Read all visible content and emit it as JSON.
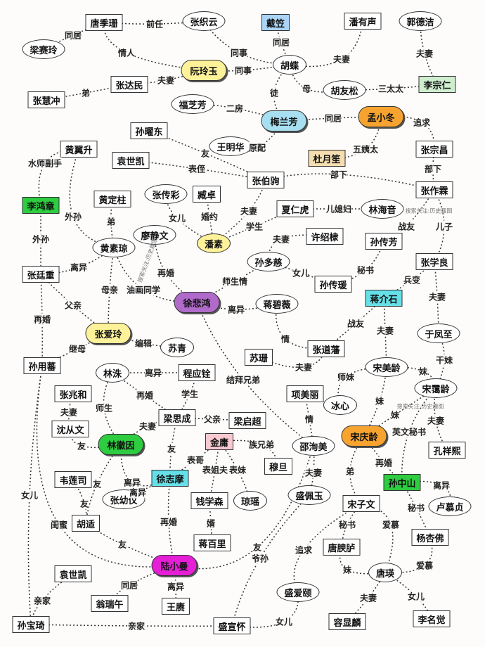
{
  "nodes": [
    {
      "id": "tangjishan",
      "label": "唐季珊",
      "shape": "box"
    },
    {
      "id": "zhangzhiyun",
      "label": "张织云",
      "shape": "oval"
    },
    {
      "id": "daili",
      "label": "戴笠",
      "shape": "box",
      "color": "#a9d4f5"
    },
    {
      "id": "panyousheng",
      "label": "潘有声",
      "shape": "box"
    },
    {
      "id": "guodejie",
      "label": "郭德洁",
      "shape": "oval"
    },
    {
      "id": "liangsailing",
      "label": "梁赛玲",
      "shape": "oval"
    },
    {
      "id": "ruanlingyu",
      "label": "阮玲玉",
      "shape": "cloud",
      "color": "#fdf29a"
    },
    {
      "id": "hudie",
      "label": "胡蝶",
      "shape": "oval"
    },
    {
      "id": "huyousong",
      "label": "胡友松",
      "shape": "oval"
    },
    {
      "id": "lizongren",
      "label": "李宗仁",
      "shape": "box",
      "color": "#cfeed0"
    },
    {
      "id": "zhanghuichong",
      "label": "张慧冲",
      "shape": "box"
    },
    {
      "id": "zhangdamin",
      "label": "张达民",
      "shape": "box"
    },
    {
      "id": "fuzhifang",
      "label": "福芝芳",
      "shape": "oval"
    },
    {
      "id": "meilanfang",
      "label": "梅兰芳",
      "shape": "cloud",
      "color": "#a7dff0"
    },
    {
      "id": "mengxiaodong",
      "label": "孟小冬",
      "shape": "cloud",
      "color": "#f6a330"
    },
    {
      "id": "sunyaodong",
      "label": "孙曜东",
      "shape": "box"
    },
    {
      "id": "wangminghua",
      "label": "王明华",
      "shape": "oval"
    },
    {
      "id": "huangyisheng",
      "label": "黄翼升",
      "shape": "box"
    },
    {
      "id": "yuanshikai1",
      "label": "袁世凯",
      "shape": "box"
    },
    {
      "id": "duyuesheng",
      "label": "杜月笙",
      "shape": "box",
      "color": "#f4ddb0"
    },
    {
      "id": "zhangzongchang",
      "label": "张宗昌",
      "shape": "box"
    },
    {
      "id": "lihongzhang",
      "label": "李鸿章",
      "shape": "box",
      "color": "#2ecc40"
    },
    {
      "id": "zhangbaiju",
      "label": "张伯驹",
      "shape": "box"
    },
    {
      "id": "zhangzuolin",
      "label": "张作霖",
      "shape": "box"
    },
    {
      "id": "huangdingzhu",
      "label": "黄定柱",
      "shape": "box"
    },
    {
      "id": "zhangchuancai",
      "label": "张传彩",
      "shape": "oval"
    },
    {
      "id": "sizhuo",
      "label": "臧卓",
      "shape": "box"
    },
    {
      "id": "xiarenhu",
      "label": "夏仁虎",
      "shape": "box"
    },
    {
      "id": "linhaiyin",
      "label": "林海音",
      "shape": "oval"
    },
    {
      "id": "pansu",
      "label": "潘素",
      "shape": "oval",
      "color": "#fdf29a"
    },
    {
      "id": "liaojingwen",
      "label": "廖静文",
      "shape": "oval"
    },
    {
      "id": "huangsuqiong",
      "label": "黄素琼",
      "shape": "oval"
    },
    {
      "id": "xushaodi",
      "label": "许绍棣",
      "shape": "box"
    },
    {
      "id": "sunchuanfang",
      "label": "孙传芳",
      "shape": "box"
    },
    {
      "id": "zhangtingzhong",
      "label": "张廷重",
      "shape": "box"
    },
    {
      "id": "sunduoci",
      "label": "孙多慈",
      "shape": "oval"
    },
    {
      "id": "sunchuanyuan",
      "label": "孙传瑗",
      "shape": "box"
    },
    {
      "id": "zhangxueliang",
      "label": "张学良",
      "shape": "box"
    },
    {
      "id": "xubeihong",
      "label": "徐悲鸿",
      "shape": "cloud",
      "color": "#b06ac9"
    },
    {
      "id": "jiangbiwei",
      "label": "蒋碧薇",
      "shape": "oval"
    },
    {
      "id": "jiangjieshi",
      "label": "蒋介石",
      "shape": "box",
      "color": "#66e0e8"
    },
    {
      "id": "zhangailing",
      "label": "张爱玲",
      "shape": "cloud",
      "color": "#fdf29a"
    },
    {
      "id": "yufengzhi",
      "label": "于凤至",
      "shape": "oval"
    },
    {
      "id": "suqing",
      "label": "苏青",
      "shape": "oval"
    },
    {
      "id": "sunshan",
      "label": "苏珊",
      "shape": "box"
    },
    {
      "id": "zhangdaofan",
      "label": "张道藩",
      "shape": "box"
    },
    {
      "id": "sunyongbo",
      "label": "孙用蕃",
      "shape": "box"
    },
    {
      "id": "linzhu",
      "label": "林洙",
      "shape": "oval"
    },
    {
      "id": "chengyingquan",
      "label": "程应铨",
      "shape": "box"
    },
    {
      "id": "songmeiling",
      "label": "宋美龄",
      "shape": "oval"
    },
    {
      "id": "zhangzhaohe",
      "label": "张兆和",
      "shape": "box"
    },
    {
      "id": "songailing",
      "label": "宋霭龄",
      "shape": "oval"
    },
    {
      "id": "liangsicheng",
      "label": "梁思成",
      "shape": "box"
    },
    {
      "id": "liangqichao",
      "label": "梁启超",
      "shape": "box"
    },
    {
      "id": "xiangmeili",
      "label": "项美丽",
      "shape": "box"
    },
    {
      "id": "bingxin",
      "label": "冰心",
      "shape": "oval"
    },
    {
      "id": "shencongwen",
      "label": "沈从文",
      "shape": "box"
    },
    {
      "id": "linhuiyin",
      "label": "林徽因",
      "shape": "cloud",
      "color": "#2ecc40"
    },
    {
      "id": "jinyong",
      "label": "金庸",
      "shape": "box",
      "color": "#f8c9d0"
    },
    {
      "id": "shaoxunmei",
      "label": "邵洵美",
      "shape": "oval"
    },
    {
      "id": "songqingling",
      "label": "宋庆龄",
      "shape": "cloud",
      "color": "#f6a330"
    },
    {
      "id": "kongxiangxi",
      "label": "孔祥熙",
      "shape": "box"
    },
    {
      "id": "muzi",
      "label": "穆旦",
      "shape": "box"
    },
    {
      "id": "weilianyuan",
      "label": "韦莲司",
      "shape": "box"
    },
    {
      "id": "xuzhimo",
      "label": "徐志摩",
      "shape": "box",
      "color": "#66e0e8"
    },
    {
      "id": "sunzhongshan",
      "label": "孙中山",
      "shape": "box",
      "color": "#2ecc40"
    },
    {
      "id": "zhangyouyi",
      "label": "张幼仪",
      "shape": "oval"
    },
    {
      "id": "qianxuesen",
      "label": "钱学森",
      "shape": "box"
    },
    {
      "id": "qiongyao",
      "label": "琼瑶",
      "shape": "oval"
    },
    {
      "id": "shengpeiyu",
      "label": "盛佩玉",
      "shape": "oval"
    },
    {
      "id": "songziwen",
      "label": "宋子文",
      "shape": "box"
    },
    {
      "id": "lumuzhen",
      "label": "卢慕贞",
      "shape": "oval"
    },
    {
      "id": "hushi",
      "label": "胡适",
      "shape": "box"
    },
    {
      "id": "jiangbaili",
      "label": "蒋百里",
      "shape": "box"
    },
    {
      "id": "tangyulu",
      "label": "唐腴胪",
      "shape": "box"
    },
    {
      "id": "yangxingfo",
      "label": "杨杏佛",
      "shape": "box"
    },
    {
      "id": "luxiaoman",
      "label": "陆小曼",
      "shape": "cloud",
      "color": "#e51fd6"
    },
    {
      "id": "yuanshikai2",
      "label": "袁世凯",
      "shape": "box"
    },
    {
      "id": "tangying",
      "label": "唐瑛",
      "shape": "oval"
    },
    {
      "id": "wengruiwu",
      "label": "翁瑞午",
      "shape": "box"
    },
    {
      "id": "shengaiyi",
      "label": "盛爱颐",
      "shape": "oval"
    },
    {
      "id": "wanggeng",
      "label": "王赓",
      "shape": "box"
    },
    {
      "id": "rongxianlin",
      "label": "容显麟",
      "shape": "box"
    },
    {
      "id": "limingjue",
      "label": "李名觉",
      "shape": "box"
    },
    {
      "id": "sunbaoqi",
      "label": "孙宝琦",
      "shape": "box"
    },
    {
      "id": "shengxuanhuai",
      "label": "盛宣怀",
      "shape": "box"
    }
  ],
  "edges": [
    {
      "from": "liangsailing",
      "to": "tangjishan",
      "label": "同居"
    },
    {
      "from": "tangjishan",
      "to": "zhangzhiyun",
      "label": "前任"
    },
    {
      "from": "tangjishan",
      "to": "ruanlingyu",
      "label": "情人"
    },
    {
      "from": "zhangzhiyun",
      "to": "hudie",
      "label": "同事"
    },
    {
      "from": "ruanlingyu",
      "to": "hudie",
      "label": "同事"
    },
    {
      "from": "daili",
      "to": "hudie",
      "label": "同居"
    },
    {
      "from": "panyousheng",
      "to": "hudie",
      "label": "夫妻"
    },
    {
      "from": "guodejie",
      "to": "lizongren",
      "label": "夫妻"
    },
    {
      "from": "hudie",
      "to": "huyousong",
      "label": "母"
    },
    {
      "from": "huyousong",
      "to": "lizongren",
      "label": "三太太"
    },
    {
      "from": "zhangdamin",
      "to": "ruanlingyu",
      "label": "夫妻"
    },
    {
      "from": "zhangdamin",
      "to": "zhanghuichong",
      "label": "弟"
    },
    {
      "from": "meilanfang",
      "to": "hudie",
      "label": "徒"
    },
    {
      "from": "fuzhifang",
      "to": "meilanfang",
      "label": "二房"
    },
    {
      "from": "meilanfang",
      "to": "mengxiaodong",
      "label": "同居"
    },
    {
      "from": "wangminghua",
      "to": "meilanfang",
      "label": "原配"
    },
    {
      "from": "zhangzongchang",
      "to": "mengxiaodong",
      "label": "追求"
    },
    {
      "from": "duyuesheng",
      "to": "mengxiaodong",
      "label": "五姨太"
    },
    {
      "from": "sunyaodong",
      "to": "zhangbaiju",
      "label": "友"
    },
    {
      "from": "yuanshikai1",
      "to": "zhangbaiju",
      "label": "表侄"
    },
    {
      "from": "zhangzuolin",
      "to": "zhangbaiju",
      "label": "部下"
    },
    {
      "from": "zhangzuolin",
      "to": "zhangzongchang",
      "label": "部下"
    },
    {
      "from": "huangyisheng",
      "to": "lihongzhang",
      "label": "水师副手"
    },
    {
      "from": "huangyisheng",
      "to": "huangsuqiong",
      "label": "外孙"
    },
    {
      "from": "lihongzhang",
      "to": "zhangtingzhong",
      "label": "外孙"
    },
    {
      "from": "huangdingzhu",
      "to": "huangsuqiong",
      "label": "弟"
    },
    {
      "from": "zhangchuancai",
      "to": "pansu",
      "label": "女儿"
    },
    {
      "from": "sizhuo",
      "to": "pansu",
      "label": "婚约"
    },
    {
      "from": "zhangbaiju",
      "to": "pansu",
      "label": "夫妻"
    },
    {
      "from": "xiarenhu",
      "to": "pansu",
      "label": "学生"
    },
    {
      "from": "xiarenhu",
      "to": "linhaiyin",
      "label": "儿媳妇"
    },
    {
      "from": "zhangzuolin",
      "to": "sunchuanfang",
      "label": "战友"
    },
    {
      "from": "zhangzuolin",
      "to": "zhangxueliang",
      "label": "儿子"
    },
    {
      "from": "huangsuqiong",
      "to": "zhangtingzhong",
      "label": "离异"
    },
    {
      "from": "liaojingwen",
      "to": "xubeihong",
      "label": "再婚"
    },
    {
      "from": "huangsuqiong",
      "to": "xubeihong",
      "label": "油画同学"
    },
    {
      "from": "xushaodi",
      "to": "sunduoci",
      "label": "夫妻"
    },
    {
      "from": "sunduoci",
      "to": "xubeihong",
      "label": "师生情"
    },
    {
      "from": "sunduoci",
      "to": "sunchuanyuan",
      "label": "女儿"
    },
    {
      "from": "sunchuanfang",
      "to": "sunchuanyuan",
      "label": "秘书"
    },
    {
      "from": "zhangxueliang",
      "to": "jiangjieshi",
      "label": "兵变"
    },
    {
      "from": "zhangxueliang",
      "to": "yufengzhi",
      "label": "夫妻"
    },
    {
      "from": "xubeihong",
      "to": "jiangbiwei",
      "label": "离异"
    },
    {
      "from": "jiangbiwei",
      "to": "zhangdaofan",
      "label": "情"
    },
    {
      "from": "zhangdaofan",
      "to": "jiangjieshi",
      "label": "战友"
    },
    {
      "from": "zhangailing",
      "to": "huangsuqiong",
      "label": "母亲"
    },
    {
      "from": "zhangailing",
      "to": "zhangtingzhong",
      "label": "父亲"
    },
    {
      "from": "zhangailing",
      "to": "suqing",
      "label": "编辑"
    },
    {
      "from": "zhangailing",
      "to": "sunyongbo",
      "label": "继母"
    },
    {
      "from": "zhangtingzhong",
      "to": "sunyongbo",
      "label": "再婚"
    },
    {
      "from": "jiangjieshi",
      "to": "songmeiling",
      "label": "夫妻"
    },
    {
      "from": "yufengzhi",
      "to": "songailing",
      "label": "干妹"
    },
    {
      "from": "sunshan",
      "to": "zhangdaofan",
      "label": "夫妻"
    },
    {
      "from": "linzhu",
      "to": "chengyingquan",
      "label": "离异"
    },
    {
      "from": "xubeihong",
      "to": "shaoxunmei",
      "label": "结拜兄弟"
    },
    {
      "from": "songmeiling",
      "to": "bingxin",
      "label": "师妹"
    },
    {
      "from": "songmeiling",
      "to": "songailing",
      "label": "妹"
    },
    {
      "from": "songailing",
      "to": "kongxiangxi",
      "label": "夫妻"
    },
    {
      "from": "songmeiling",
      "to": "songqingling",
      "label": "妹"
    },
    {
      "from": "songailing",
      "to": "songqingling",
      "label": "妹"
    },
    {
      "from": "songailing",
      "to": "sunzhongshan",
      "label": "英文秘书"
    },
    {
      "from": "songqingling",
      "to": "sunzhongshan",
      "label": "再婚"
    },
    {
      "from": "linzhu",
      "to": "liangsicheng",
      "label": "再婚"
    },
    {
      "from": "chengyingquan",
      "to": "liangsicheng",
      "label": "学生"
    },
    {
      "from": "liangsicheng",
      "to": "liangqichao",
      "label": "父亲"
    },
    {
      "from": "liangsicheng",
      "to": "linhuiyin",
      "label": "夫妻"
    },
    {
      "from": "zhangzhaohe",
      "to": "shencongwen",
      "label": "夫妻"
    },
    {
      "from": "linzhu",
      "to": "linhuiyin",
      "label": "师生"
    },
    {
      "from": "shencongwen",
      "to": "linhuiyin",
      "label": "友"
    },
    {
      "from": "xiangmeili",
      "to": "shaoxunmei",
      "label": "情"
    },
    {
      "from": "jinyong",
      "to": "muzi",
      "label": "族兄弟"
    },
    {
      "from": "jinyong",
      "to": "xuzhimo",
      "label": "表哥"
    },
    {
      "from": "jinyong",
      "to": "qianxuesen",
      "label": "表姐夫"
    },
    {
      "from": "jinyong",
      "to": "qiongyao",
      "label": "表妹"
    },
    {
      "from": "liangsicheng",
      "to": "xuzhimo",
      "label": "友"
    },
    {
      "from": "linhuiyin",
      "to": "xuzhimo",
      "label": "离异"
    },
    {
      "from": "xuzhimo",
      "to": "zhangyouyi",
      "label": "离异"
    },
    {
      "from": "linhuiyin",
      "to": "hushi",
      "label": "友"
    },
    {
      "from": "weilianyuan",
      "to": "hushi",
      "label": "友"
    },
    {
      "from": "shaoxunmei",
      "to": "shengpeiyu",
      "label": "夫妻"
    },
    {
      "from": "songqingling",
      "to": "songziwen",
      "label": "弟"
    },
    {
      "from": "sunzhongshan",
      "to": "lumuzhen",
      "label": "离异"
    },
    {
      "from": "sunzhongshan",
      "to": "yangxingfo",
      "label": "秘书"
    },
    {
      "from": "qianxuesen",
      "to": "jiangbaili",
      "label": "婿"
    },
    {
      "from": "xuzhimo",
      "to": "luxiaoman",
      "label": "再婚"
    },
    {
      "from": "hushi",
      "to": "luxiaoman",
      "label": "友"
    },
    {
      "from": "songziwen",
      "to": "tangyulu",
      "label": "秘书"
    },
    {
      "from": "songziwen",
      "to": "tangying",
      "label": "爱慕"
    },
    {
      "from": "tangyulu",
      "to": "tangying",
      "label": "妹"
    },
    {
      "from": "yangxingfo",
      "to": "tangying",
      "label": "爱慕"
    },
    {
      "from": "luxiaoman",
      "to": "shaoxunmei",
      "label": "友"
    },
    {
      "from": "songziwen",
      "to": "shengaiyi",
      "label": "追求"
    },
    {
      "from": "luxiaoman",
      "to": "wengruiwu",
      "label": "同居"
    },
    {
      "from": "luxiaoman",
      "to": "wanggeng",
      "label": "离异"
    },
    {
      "from": "tangying",
      "to": "rongxianlin",
      "label": "夫妻"
    },
    {
      "from": "tangying",
      "to": "limingjue",
      "label": "女儿"
    },
    {
      "from": "sunyongbo",
      "to": "sunbaoqi",
      "label": "女儿"
    },
    {
      "from": "sunyongbo",
      "to": "luxiaoman",
      "label": "闺蜜"
    },
    {
      "from": "yuanshikai2",
      "to": "sunbaoqi",
      "label": "亲家"
    },
    {
      "from": "sunbaoqi",
      "to": "shengxuanhuai",
      "label": "亲家"
    },
    {
      "from": "shengxuanhuai",
      "to": "shengaiyi",
      "label": "女儿"
    },
    {
      "from": "shengxuanhuai",
      "to": "shengpeiyu",
      "label": "爷孙"
    }
  ],
  "watermarks": [
    "搜索关注:历史趣图",
    "搜索关注:历史趣图",
    "搜索关注:历史趣图"
  ]
}
